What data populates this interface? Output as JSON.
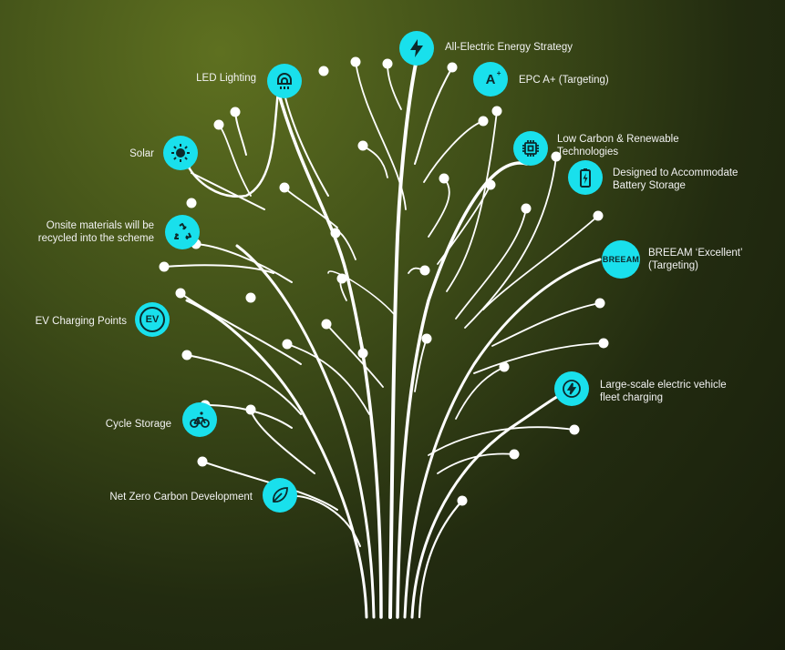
{
  "colors": {
    "accent": "#19e0ec",
    "branch": "#ffffff"
  },
  "features": {
    "all_electric": {
      "label": [
        "All-Electric Energy Strategy"
      ],
      "icon": "lightning-bolt-icon"
    },
    "led": {
      "label": [
        "LED Lighting"
      ],
      "icon": "light-bulb-icon"
    },
    "epc": {
      "label": [
        "EPC A+ (Targeting)"
      ],
      "icon": "epc-a-plus-icon",
      "icon_text": "A"
    },
    "solar": {
      "label": [
        "Solar"
      ],
      "icon": "sun-icon"
    },
    "low_carbon": {
      "label": [
        "Low Carbon & Renewable",
        "Technologies"
      ],
      "icon": "chip-icon"
    },
    "battery": {
      "label": [
        "Designed to Accommodate",
        "Battery Storage"
      ],
      "icon": "battery-icon"
    },
    "recycle": {
      "label": [
        "Onsite materials will be",
        "recycled into the scheme"
      ],
      "icon": "recycle-icon"
    },
    "breeam": {
      "label": [
        "BREEAM ‘Excellent’",
        "(Targeting)"
      ],
      "icon": "breeam-icon",
      "icon_text": "BREEAM"
    },
    "ev": {
      "label": [
        "EV Charging Points"
      ],
      "icon": "ev-charger-icon",
      "icon_text": "EV"
    },
    "fleet": {
      "label": [
        "Large-scale electric vehicle",
        "fleet charging"
      ],
      "icon": "electric-charge-icon"
    },
    "cycle": {
      "label": [
        "Cycle Storage"
      ],
      "icon": "bicycle-icon"
    },
    "net_zero": {
      "label": [
        "Net Zero Carbon Development"
      ],
      "icon": "leaf-icon"
    }
  }
}
